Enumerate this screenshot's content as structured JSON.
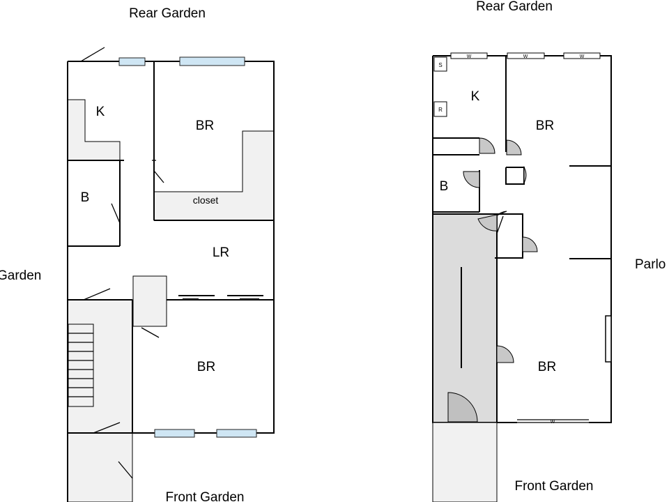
{
  "left_plan": {
    "rear_label": "Rear Garden",
    "side_label": "Garden",
    "front_label": "Front Garden",
    "rooms": {
      "kitchen": "K",
      "bedroom_rear": "BR",
      "closet": "closet",
      "bath": "B",
      "living": "LR",
      "bedroom_front": "BR"
    }
  },
  "right_plan": {
    "rear_label": "Rear Garden",
    "side_label": "Parlo",
    "front_label": "Front Garden",
    "rooms": {
      "kitchen": "K",
      "bedroom_rear": "BR",
      "bath": "B",
      "bedroom_front": "BR"
    },
    "fixtures": {
      "sink": "S",
      "fridge": "R",
      "window_mark": "W"
    }
  },
  "colors": {
    "wall": "#000000",
    "window": "#cfe6f4",
    "shaded": "#f1f1f1",
    "hall": "#dcdcdc",
    "door": "#c8c8c8"
  }
}
